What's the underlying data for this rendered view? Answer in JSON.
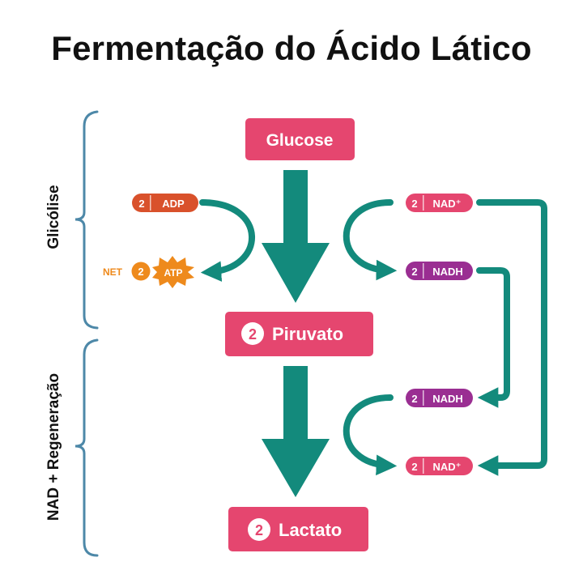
{
  "title": "Fermentação do Ácido Lático",
  "colors": {
    "pink": "#e5466f",
    "teal": "#138a7c",
    "bracket": "#4d88a8",
    "red_orange": "#d9512b",
    "orange": "#ee8a1c",
    "purple": "#9a2e92",
    "text_dark": "#111111",
    "white": "#ffffff"
  },
  "phases": {
    "glycolysis": "Glicólise",
    "regeneration": "NAD + Regeneração"
  },
  "molecules": {
    "glucose": "Glucose",
    "pyruvate": {
      "count": "2",
      "label": "Piruvato"
    },
    "lactate": {
      "count": "2",
      "label": "Lactato"
    }
  },
  "cofactors": {
    "adp": {
      "count": "2",
      "label": "ADP"
    },
    "atp": {
      "prefix": "NET",
      "count": "2",
      "label": "ATP"
    },
    "nad_top": {
      "count": "2",
      "label": "NAD⁺"
    },
    "nadh_top": {
      "count": "2",
      "label": "NADH"
    },
    "nadh_bottom": {
      "count": "2",
      "label": "NADH"
    },
    "nad_bottom": {
      "count": "2",
      "label": "NAD⁺"
    }
  }
}
